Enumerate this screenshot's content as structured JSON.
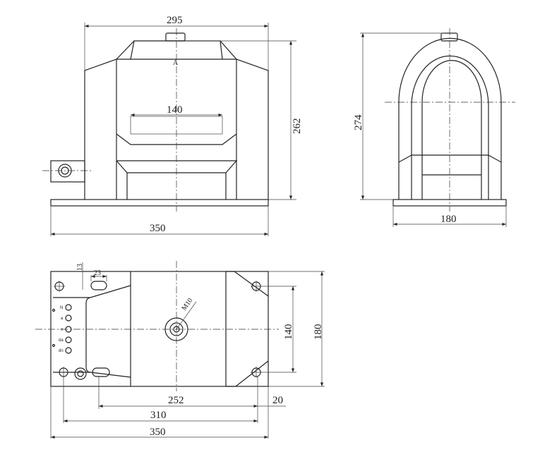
{
  "front_view": {
    "width_top": "295",
    "height": "262",
    "inner_width": "140",
    "base_width": "350",
    "section_mark": "A"
  },
  "side_view": {
    "height": "274",
    "base_width": "180"
  },
  "bottom_view": {
    "slot_offset": "13",
    "slot_width": "23",
    "thread": "M10",
    "hole_spacing_y": "140",
    "depth": "180",
    "inner_span": "252",
    "edge_offset": "20",
    "hole_spacing_x": "310",
    "base_width": "350",
    "terminals": [
      "N",
      "a",
      "n",
      "da",
      "dn"
    ]
  }
}
